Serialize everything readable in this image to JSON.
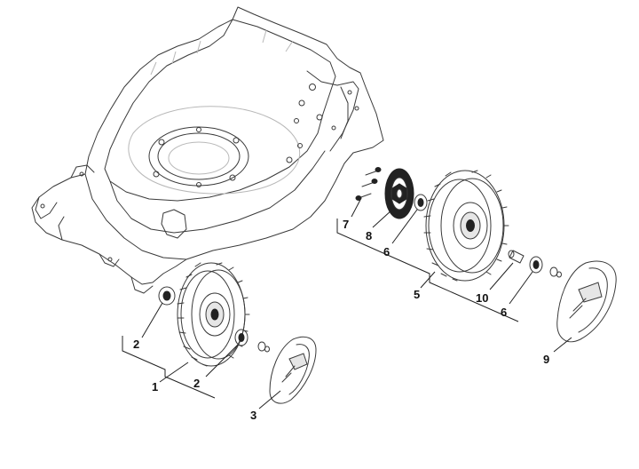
{
  "callouts": {
    "c1": "1",
    "c2a": "2",
    "c2b": "2",
    "c3": "3",
    "c5": "5",
    "c6a": "6",
    "c6b": "6",
    "c7": "7",
    "c8": "8",
    "c9": "9",
    "c10": "10"
  },
  "colors": {
    "line": "#3a3a3a",
    "dark": "#222222",
    "ghost": "#b8b8b8",
    "background": "#ffffff"
  }
}
